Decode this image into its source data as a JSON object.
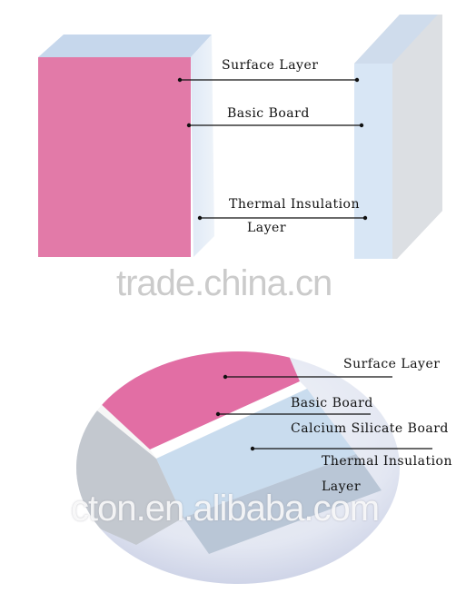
{
  "top_diagram": {
    "labels": {
      "surface_layer": "Surface Layer",
      "basic_board": "Basic Board",
      "thermal_insulation_line1": "Thermal Insulation",
      "thermal_insulation_line2": "Layer"
    }
  },
  "bottom_diagram": {
    "labels": {
      "surface_layer": "Surface Layer",
      "basic_board": "Basic Board",
      "calcium_silicate_board": "Calcium Silicate Board",
      "thermal_insulation_line1": "Thermal Insulation",
      "thermal_insulation_line2": "Layer"
    }
  },
  "watermarks": {
    "top": "trade.china.cn",
    "bottom": "cton.en.alibaba.com"
  },
  "colors": {
    "surface_pink": "#e27aa8",
    "board_blue": "#c9dcef",
    "insulation_grey": "#cfd3d9"
  }
}
